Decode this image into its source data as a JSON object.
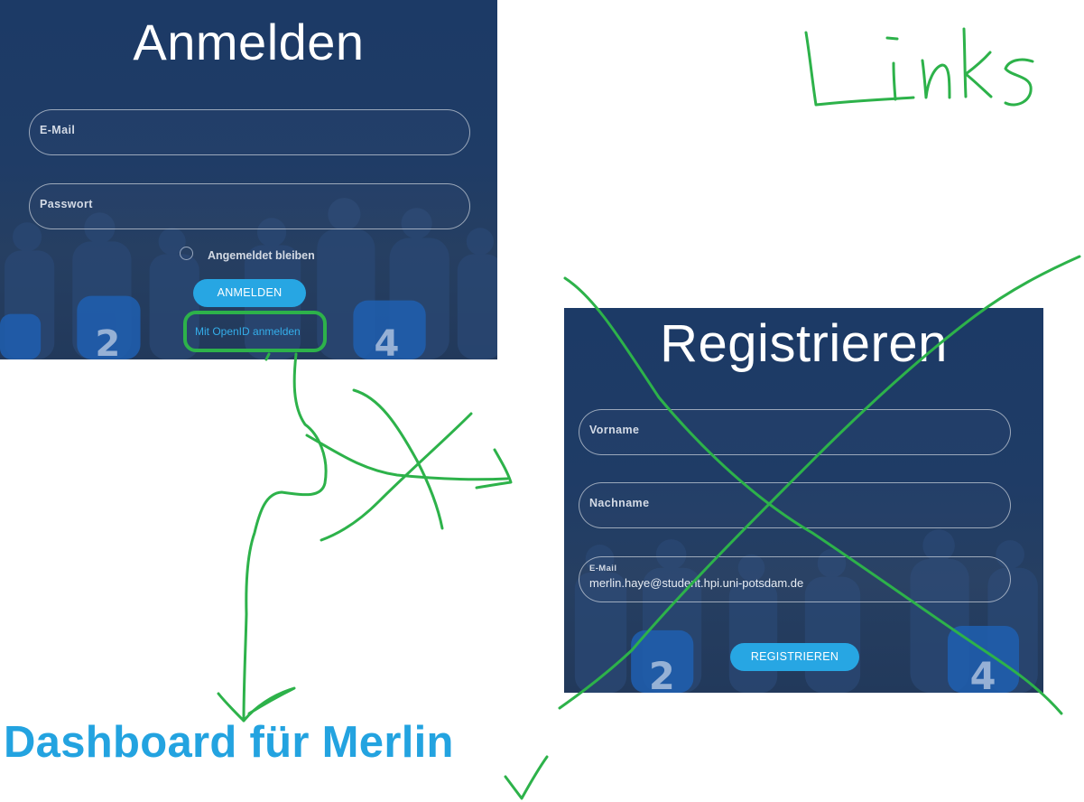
{
  "login": {
    "title": "Anmelden",
    "email_label": "E-Mail",
    "password_label": "Passwort",
    "remember_label": "Angemeldet bleiben",
    "remember_checked": false,
    "button_label": "ANMELDEN",
    "openid_link": "Mit OpenID anmelden"
  },
  "register": {
    "title": "Registrieren",
    "firstname_label": "Vorname",
    "lastname_label": "Nachname",
    "email_label": "E-Mail",
    "email_value": "merlin.haye@student.hpi.uni-potsdam.de",
    "button_label": "REGISTRIEREN"
  },
  "annotations": {
    "links_note": "Links",
    "dashboard_caption": "Dashboard für Merlin",
    "ink_color": "#2db24a",
    "caption_color": "#23a3e0"
  },
  "colors": {
    "panel_navy": "#1d3a63",
    "button_blue": "#27a6e3",
    "link_blue": "#34aeea"
  },
  "icons": {
    "remember_control": "radio-circle-icon",
    "register_cross": "cross-out-mark",
    "checkmark": "check-mark-icon",
    "flow_arrow": "arrow-icon"
  }
}
